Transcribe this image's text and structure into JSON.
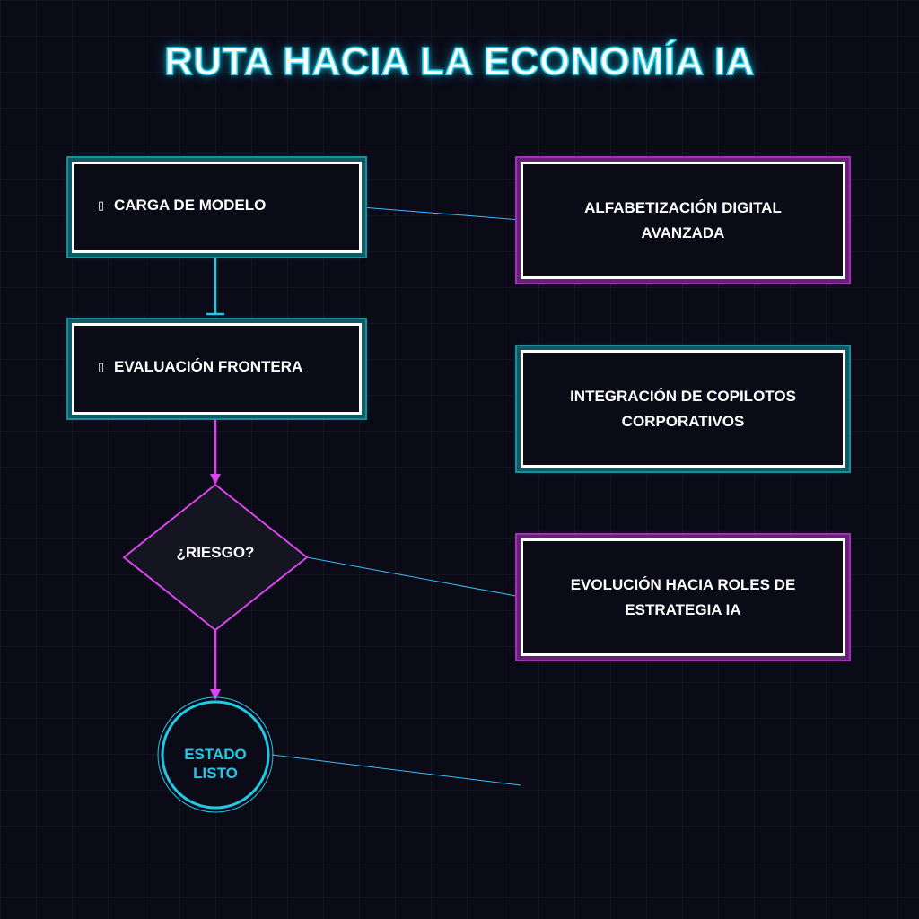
{
  "title": "RUTA HACIA LA ECONOMÍA IA",
  "nodes": {
    "carga": {
      "label": "CARGA DE MODELO",
      "icon": "box-glyph-icon"
    },
    "evaluacion": {
      "label": "EVALUACIÓN FRONTERA",
      "icon": "box-glyph-icon"
    },
    "riesgo": {
      "label": "¿RIESGO?"
    },
    "estado": {
      "line1": "ESTADO",
      "line2": "LISTO"
    }
  },
  "outcomes": [
    {
      "line1": "ALFABETIZACIÓN DIGITAL",
      "line2": "AVANZADA",
      "color": "magenta"
    },
    {
      "line1": "INTEGRACIÓN DE COPILOTOS",
      "line2": "CORPORATIVOS",
      "color": "cyan"
    },
    {
      "line1": "EVOLUCIÓN HACIA ROLES DE",
      "line2": "ESTRATEGIA IA",
      "color": "magenta"
    }
  ],
  "colors": {
    "background": "#0b0b18",
    "cyan": "#22c9e6",
    "magenta": "#d946ef",
    "connector": "#38bdf8",
    "text": "#ffffff"
  }
}
